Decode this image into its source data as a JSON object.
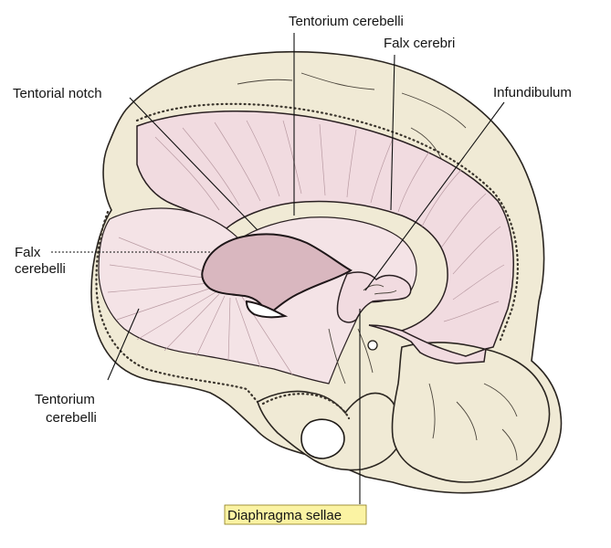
{
  "labels": {
    "tentorium_cerebelli_top": "Tentorium cerebelli",
    "falx_cerebri": "Falx cerebri",
    "tentorial_notch": "Tentorial notch",
    "infundibulum": "Infundibulum",
    "falx_cerebelli_line1": "Falx",
    "falx_cerebelli_line2": "cerebelli",
    "tentorium_cerebelli_bottom_line1": "Tentorium",
    "tentorium_cerebelli_bottom_line2": "cerebelli",
    "diaphragma_sellae": "Diaphragma sellae"
  },
  "colors": {
    "bone": "#f0ead5",
    "dura": "#f1dbe0",
    "highlight": "#fbf3a3"
  }
}
